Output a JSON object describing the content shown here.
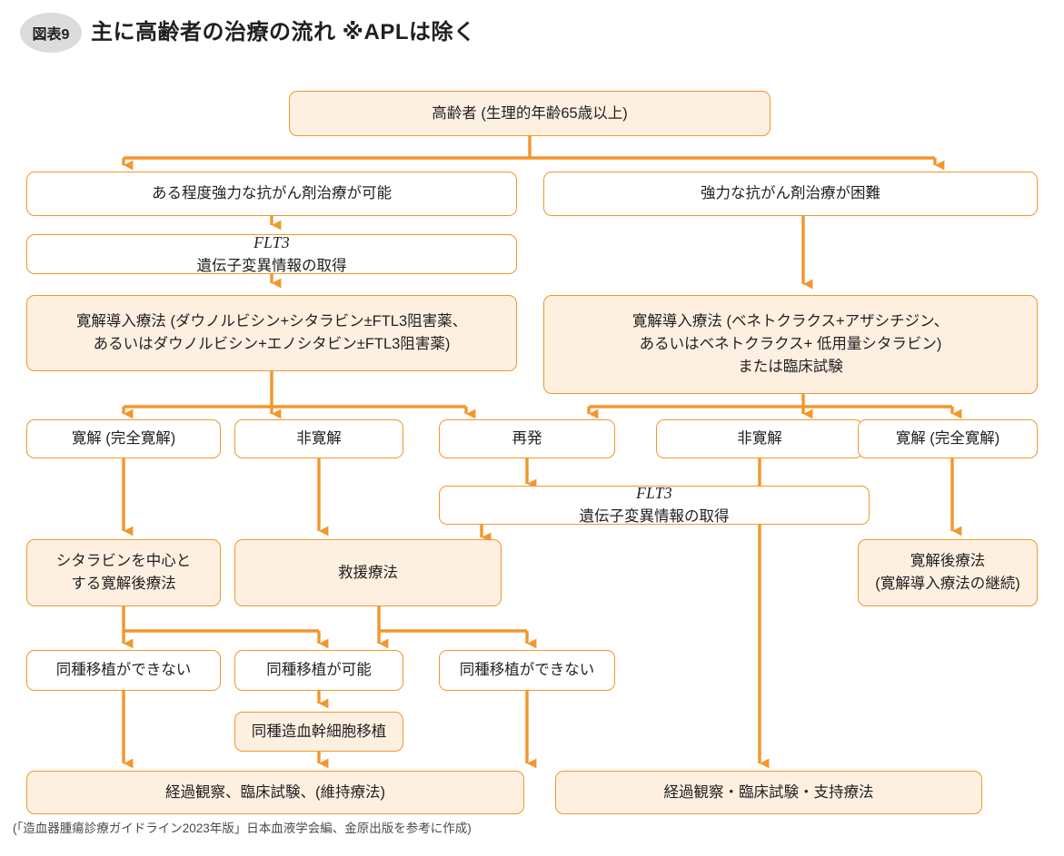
{
  "header": {
    "badge": "図表9",
    "title": "主に高齢者の治療の流れ ※APLは除く"
  },
  "source_note": "(「造血器腫瘍診療ガイドライン2023年版」日本血液学会編、金原出版を参考に作成)",
  "colors": {
    "stroke": "#f3962b",
    "fill": "#fdf0e1",
    "white": "#ffffff",
    "text": "#231f20",
    "badge_bg": "#dcdcdc"
  },
  "chart_data": {
    "type": "diagram",
    "title": "主に高齢者の治療の流れ ※APLは除く",
    "nodes": [
      {
        "id": "n1",
        "label": "高齢者 (生理的年齢65歳以上)",
        "style": "fill"
      },
      {
        "id": "n2",
        "label": "ある程度強力な抗がん剤治療が可能",
        "style": "white"
      },
      {
        "id": "n3",
        "label": "強力な抗がん剤治療が困難",
        "style": "white"
      },
      {
        "id": "n4",
        "label_pre": "FLT3",
        "label": "遺伝子変異情報の取得",
        "style": "white"
      },
      {
        "id": "n5",
        "line1": "寛解導入療法 (ダウノルビシン+シタラビン±FTL3阻害薬、",
        "line2": "あるいはダウノルビシン+エノシタビン±FTL3阻害薬)",
        "style": "fill"
      },
      {
        "id": "n6",
        "line1": "寛解導入療法 (ベネトクラクス+アザシチジン、",
        "line2": "あるいはベネトクラクス+ 低用量シタラビン)",
        "line3": "または臨床試験",
        "style": "fill"
      },
      {
        "id": "n7",
        "label": "寛解 (完全寛解)",
        "style": "white"
      },
      {
        "id": "n8",
        "label": "非寛解",
        "style": "white"
      },
      {
        "id": "n9",
        "label": "再発",
        "style": "white"
      },
      {
        "id": "n10",
        "label": "非寛解",
        "style": "white"
      },
      {
        "id": "n11",
        "label": "寛解 (完全寛解)",
        "style": "white"
      },
      {
        "id": "n12",
        "label_pre": "FLT3",
        "label": "遺伝子変異情報の取得",
        "style": "white"
      },
      {
        "id": "n13",
        "line1": "シタラビンを中心と",
        "line2": "する寛解後療法",
        "style": "fill"
      },
      {
        "id": "n14",
        "label": "救援療法",
        "style": "fill"
      },
      {
        "id": "n15",
        "line1": "寛解後療法",
        "line2": "(寛解導入療法の継続)",
        "style": "fill"
      },
      {
        "id": "n16",
        "label": "同種移植ができない",
        "style": "white"
      },
      {
        "id": "n17",
        "label": "同種移植が可能",
        "style": "white"
      },
      {
        "id": "n18",
        "label": "同種移植ができない",
        "style": "white"
      },
      {
        "id": "n19",
        "label": "同種造血幹細胞移植",
        "style": "fill"
      },
      {
        "id": "n20",
        "label": "経過観察、臨床試験、(維持療法)",
        "style": "fill"
      },
      {
        "id": "n21",
        "label": "経過観察・臨床試験・支持療法",
        "style": "fill"
      }
    ],
    "edges": [
      {
        "from": "n1",
        "to": "n2"
      },
      {
        "from": "n1",
        "to": "n3"
      },
      {
        "from": "n2",
        "to": "n4"
      },
      {
        "from": "n4",
        "to": "n5"
      },
      {
        "from": "n3",
        "to": "n6"
      },
      {
        "from": "n5",
        "to": "n7"
      },
      {
        "from": "n5",
        "to": "n8"
      },
      {
        "from": "n5",
        "to": "n9"
      },
      {
        "from": "n6",
        "to": "n9"
      },
      {
        "from": "n6",
        "to": "n10"
      },
      {
        "from": "n6",
        "to": "n11"
      },
      {
        "from": "n9",
        "to": "n12"
      },
      {
        "from": "n7",
        "to": "n13"
      },
      {
        "from": "n8",
        "to": "n14"
      },
      {
        "from": "n12",
        "to": "n14"
      },
      {
        "from": "n11",
        "to": "n15"
      },
      {
        "from": "n13",
        "to": "n16"
      },
      {
        "from": "n13",
        "to": "n17"
      },
      {
        "from": "n14",
        "to": "n17"
      },
      {
        "from": "n14",
        "to": "n18"
      },
      {
        "from": "n17",
        "to": "n19"
      },
      {
        "from": "n16",
        "to": "n20"
      },
      {
        "from": "n19",
        "to": "n20"
      },
      {
        "from": "n10",
        "to": "n21"
      },
      {
        "from": "n18",
        "to": "n21"
      }
    ]
  }
}
